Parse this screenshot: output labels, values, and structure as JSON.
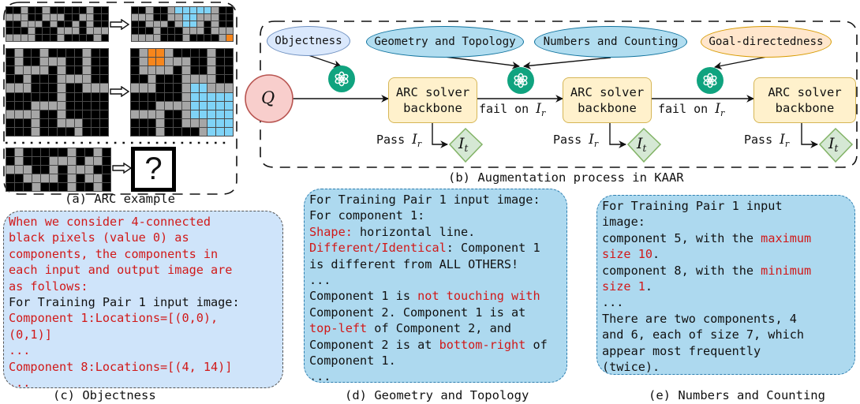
{
  "panel_a": {
    "caption": "(a) ARC example",
    "colors": {
      "B": "#000000",
      "G": "#a6a6a6",
      "L": "#7fd3f7",
      "O": "#f7861c"
    },
    "pair1_input": [
      "BBGBBGBBBBBGBB",
      "GGGBBGGGBBGGBB",
      "BBGGGBGBBGBGBB",
      "BBBGBBBGGGBGGG",
      "GGGGBBBGBBBBGB"
    ],
    "pair1_output": [
      "BBGBBGLLLLLGBB",
      "GGGBBGGLLGGGBB",
      "BBGGGBGLLGBGBB",
      "BBBGBBBGGGBGGG",
      "GGGGBBBGBBBBGO"
    ],
    "pair2_input": [
      "BGBBGBBBBGBB",
      "BGBBGGGBBGBB",
      "BGGGGBGBBGBB",
      "BBGBBBGGGGBB",
      "GGGBBBGBBGGG",
      "BBBBBBGBBBBB",
      "BBBGGGGBBBBB",
      "GGGGBBGBBBBB",
      "BBBGBBGGGBBB",
      "BBBGBBBBGBBB"
    ],
    "pair2_output": [
      "BGOOGBBBBGBB",
      "BGOOGGGBBGBB",
      "BGGGGBGBBGBB",
      "BBGBBBGGGGBB",
      "GGGBBBGLLGGG",
      "BBBBBBGLLLLL",
      "BBBGGGGLLLLL",
      "GGGGBBGLLLLL",
      "BBBGBBGGGLLL",
      "BBBGBBBBGLLL"
    ],
    "test_input": [
      "BGBBBBBGBBGB",
      "BGBBBGGGBGGB",
      "GGGBBGBGGGBB",
      "BBGGGGBGBGGB",
      "BBBGBBBGBBGB"
    ],
    "test_output_placeholder": "?"
  },
  "panel_b": {
    "caption": "(b) Augmentation process in KAAR",
    "query_label": "Q",
    "knowledge_priors": [
      {
        "label": "Objectness",
        "fill": "#dae8fc",
        "stroke": "#6c8ebf"
      },
      {
        "label": "Geometry and Topology",
        "fill": "#b1ddf0",
        "stroke": "#10739e"
      },
      {
        "label": "Numbers and Counting",
        "fill": "#b1ddf0",
        "stroke": "#10739e"
      },
      {
        "label": "Goal-directedness",
        "fill": "#ffe6cc",
        "stroke": "#d79b00"
      }
    ],
    "llm_icon": "openai-logo-icon",
    "solver_line1": "ARC solver",
    "solver_line2": "backbone",
    "fail_label": "fail on",
    "pass_label": "Pass",
    "ir_symbol": "I",
    "ir_sub": "r",
    "it_symbol": "I",
    "it_sub": "t"
  },
  "panel_c": {
    "caption": "(c) Objectness",
    "lines": [
      [
        {
          "t": "When we consider 4-connected\nblack pixels (value 0) as\ncomponents, the components in\neach input and output image are\nas follows:\n",
          "c": "red"
        }
      ],
      [
        {
          "t": "For Training Pair 1 input image:\n",
          "c": "blk"
        }
      ],
      [
        {
          "t": "Component 1:Locations=[(0,0),\n(0,1)]\n...\nComponent 8:Locations=[(4, 14)]\n...",
          "c": "red"
        }
      ]
    ]
  },
  "panel_d": {
    "caption": "(d) Geometry and Topology",
    "lines": [
      [
        {
          "t": "For Training Pair 1 input image:\nFor component 1:\n",
          "c": "blk"
        }
      ],
      [
        {
          "t": "Shape:",
          "c": "red"
        },
        {
          "t": " horizontal line.\n",
          "c": "blk"
        }
      ],
      [
        {
          "t": "Different/Identical",
          "c": "red"
        },
        {
          "t": ": Component 1\nis different from ALL OTHERS!\n...\nComponent 1 is ",
          "c": "blk"
        }
      ],
      [
        {
          "t": "not touching with",
          "c": "red"
        },
        {
          "t": "\nComponent 2. Component 1 is at\n",
          "c": "blk"
        }
      ],
      [
        {
          "t": "top-left",
          "c": "red"
        },
        {
          "t": " of Component 2, and\nComponent 2 is at ",
          "c": "blk"
        }
      ],
      [
        {
          "t": "bottom-right",
          "c": "red"
        },
        {
          "t": " of\nComponent 1.\n...",
          "c": "blk"
        }
      ]
    ]
  },
  "panel_e": {
    "caption": "(e) Numbers and Counting",
    "lines": [
      [
        {
          "t": "For Training Pair 1 input\nimage:\ncomponent 5, with the ",
          "c": "blk"
        }
      ],
      [
        {
          "t": "maximum\nsize 10",
          "c": "red"
        },
        {
          "t": ".\ncomponent 8, with the ",
          "c": "blk"
        }
      ],
      [
        {
          "t": "minimum\nsize 1",
          "c": "red"
        },
        {
          "t": ".\n...\nThere are two components, 4\nand 6, each of size 7, which\nappear most frequently\n(twice).\n...",
          "c": "blk"
        }
      ]
    ]
  }
}
